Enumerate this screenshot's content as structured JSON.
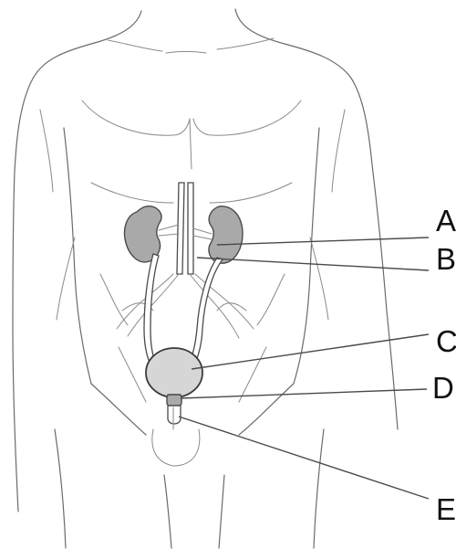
{
  "labels": {
    "a": "A",
    "b": "B",
    "c": "C",
    "d": "D",
    "e": "E"
  },
  "colors": {
    "outline": "#6a6a6a",
    "organ_fill": "#a9a9a9",
    "bladder_fill": "#d6d6d6",
    "leader_line": "#4a4a4a"
  }
}
